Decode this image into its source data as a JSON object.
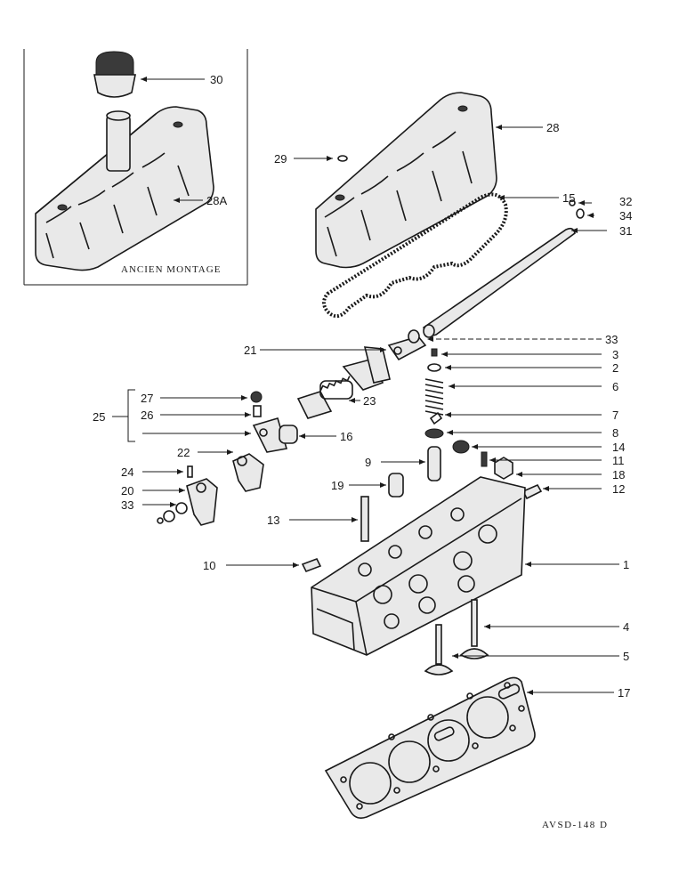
{
  "inset_caption": "ANCIEN MONTAGE",
  "reference_code": "AVSD-148 D",
  "callouts": {
    "c1": "1",
    "c2": "2",
    "c3": "3",
    "c4": "4",
    "c5": "5",
    "c6": "6",
    "c7": "7",
    "c8": "8",
    "c9": "9",
    "c10": "10",
    "c11": "11",
    "c12": "12",
    "c13": "13",
    "c14": "14",
    "c15": "15",
    "c16": "16",
    "c17": "17",
    "c18": "18",
    "c19": "19",
    "c20": "20",
    "c21": "21",
    "c22": "22",
    "c23": "23",
    "c24": "24",
    "c25": "25",
    "c26": "26",
    "c27": "27",
    "c28": "28",
    "c28a": "28A",
    "c29": "29",
    "c30": "30",
    "c31": "31",
    "c32": "32",
    "c33a": "33",
    "c33b": "33",
    "c34": "34"
  }
}
